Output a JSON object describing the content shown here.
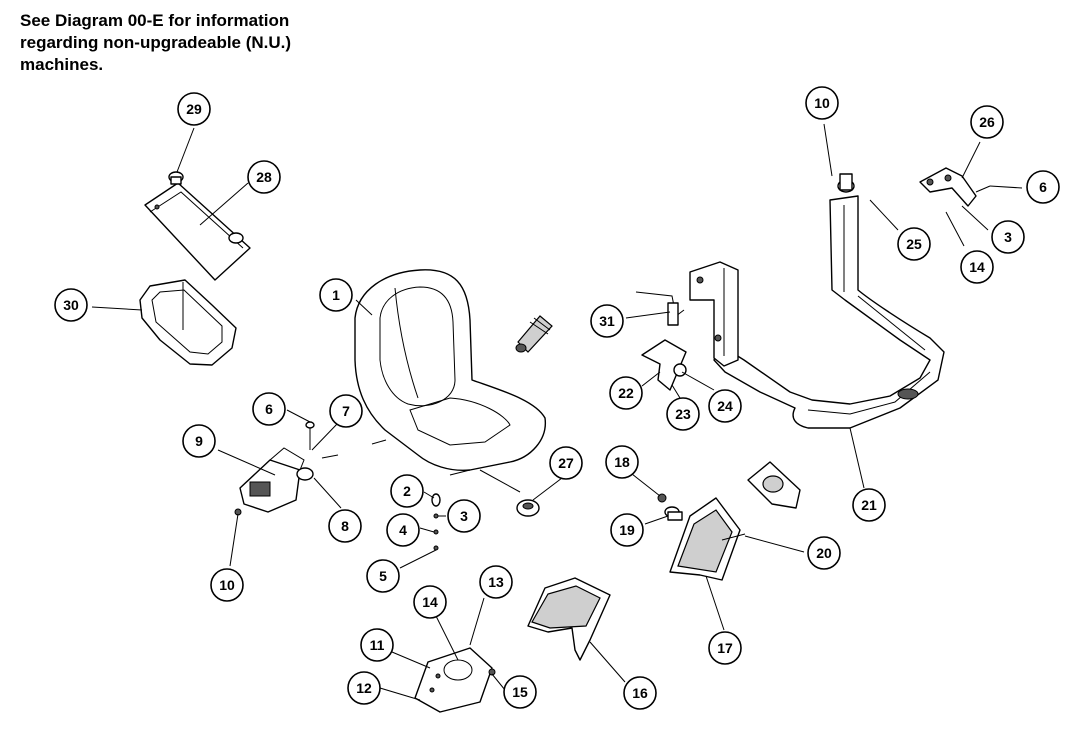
{
  "note": {
    "line1": "See Diagram 00-E for information",
    "line2": "regarding non-upgradeable (N.U.)",
    "line3": "machines."
  },
  "callouts": [
    {
      "id": "c29",
      "label": "29"
    },
    {
      "id": "c28",
      "label": "28"
    },
    {
      "id": "c30",
      "label": "30"
    },
    {
      "id": "c1",
      "label": "1"
    },
    {
      "id": "c6a",
      "label": "6"
    },
    {
      "id": "c7",
      "label": "7"
    },
    {
      "id": "c9",
      "label": "9"
    },
    {
      "id": "c8",
      "label": "8"
    },
    {
      "id": "c10a",
      "label": "10"
    },
    {
      "id": "c2",
      "label": "2"
    },
    {
      "id": "c3a",
      "label": "3"
    },
    {
      "id": "c4",
      "label": "4"
    },
    {
      "id": "c5",
      "label": "5"
    },
    {
      "id": "c27",
      "label": "27"
    },
    {
      "id": "c13",
      "label": "13"
    },
    {
      "id": "c14a",
      "label": "14"
    },
    {
      "id": "c11",
      "label": "11"
    },
    {
      "id": "c12",
      "label": "12"
    },
    {
      "id": "c15",
      "label": "15"
    },
    {
      "id": "c16",
      "label": "16"
    },
    {
      "id": "c18",
      "label": "18"
    },
    {
      "id": "c19",
      "label": "19"
    },
    {
      "id": "c20",
      "label": "20"
    },
    {
      "id": "c17",
      "label": "17"
    },
    {
      "id": "c21",
      "label": "21"
    },
    {
      "id": "c22",
      "label": "22"
    },
    {
      "id": "c23",
      "label": "23"
    },
    {
      "id": "c24",
      "label": "24"
    },
    {
      "id": "c31",
      "label": "31"
    },
    {
      "id": "c10b",
      "label": "10"
    },
    {
      "id": "c25",
      "label": "25"
    },
    {
      "id": "c26",
      "label": "26"
    },
    {
      "id": "c6b",
      "label": "6"
    },
    {
      "id": "c3b",
      "label": "3"
    },
    {
      "id": "c14b",
      "label": "14"
    }
  ]
}
